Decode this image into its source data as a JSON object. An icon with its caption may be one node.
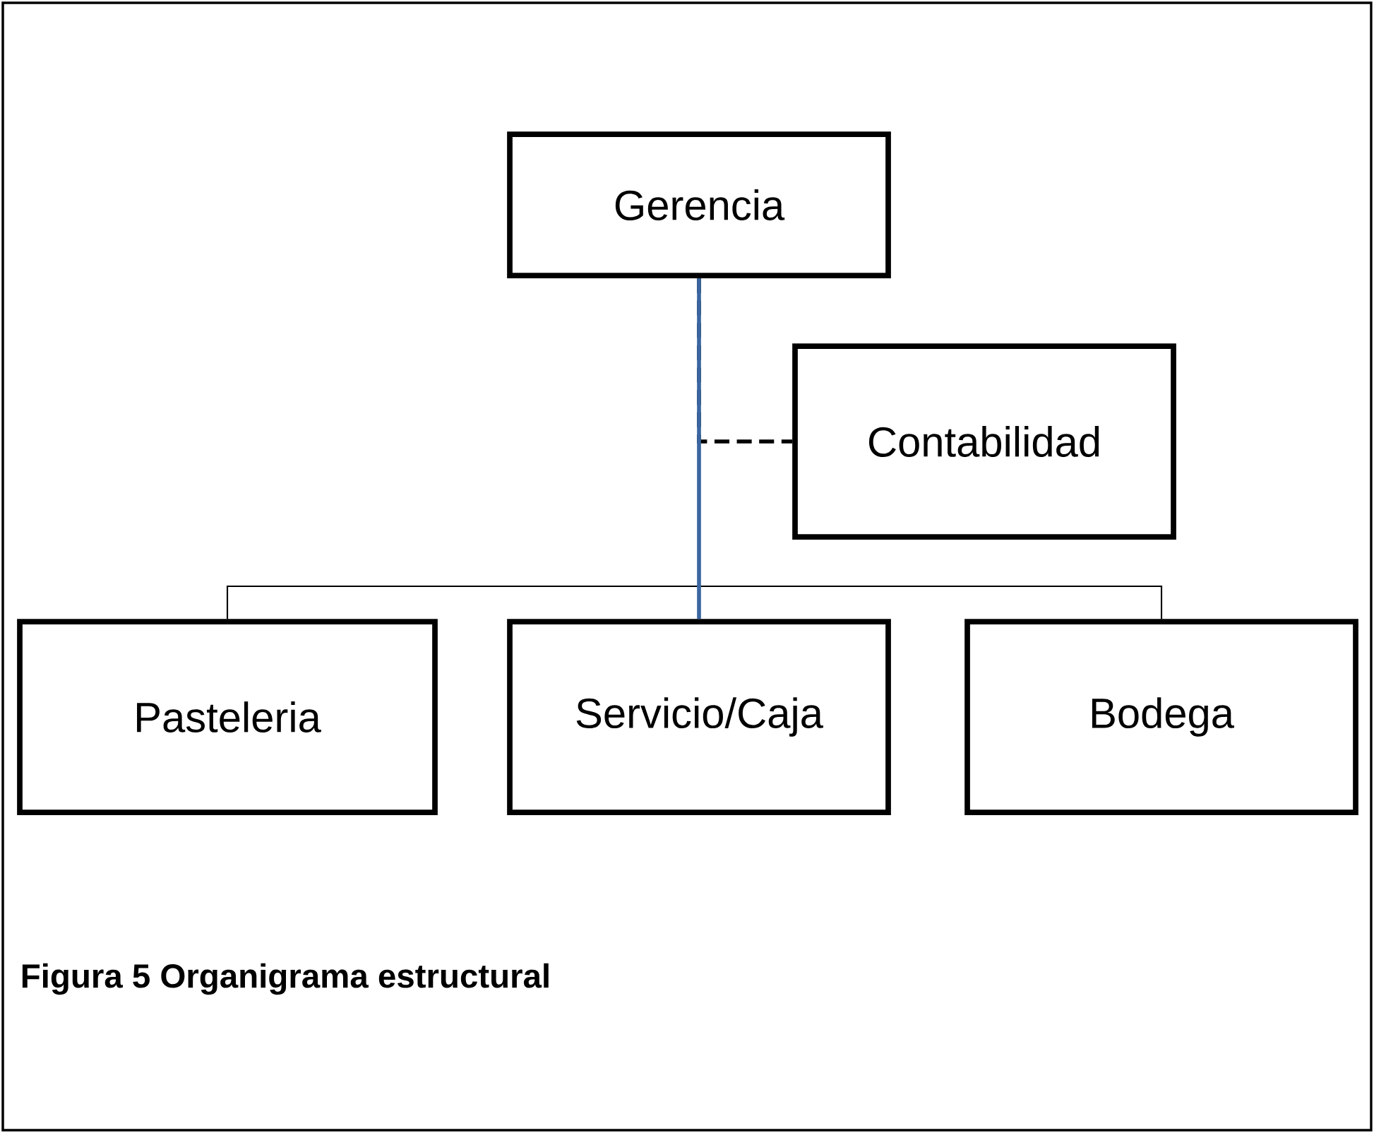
{
  "diagram": {
    "caption": "Figura 5 Organigrama estructural",
    "nodes": [
      {
        "text": [
          "Gerencia"
        ]
      },
      {
        "text": [
          "Contabilidad"
        ]
      },
      {
        "text": [
          "Pasteleria"
        ]
      },
      {
        "text": [
          "Servicio/Caja"
        ]
      },
      {
        "text": [
          "Bodega"
        ]
      }
    ],
    "edges": [
      {
        "from": 0,
        "to": 1,
        "arrow": "none",
        "style": "dashed"
      },
      {
        "from": 0,
        "to": 2,
        "arrow": "none"
      },
      {
        "from": 0,
        "to": 4,
        "arrow": "none"
      },
      {
        "from": 0,
        "to": 3,
        "arrow": "none",
        "style": "thick",
        "color": "#3a66a0"
      }
    ]
  }
}
